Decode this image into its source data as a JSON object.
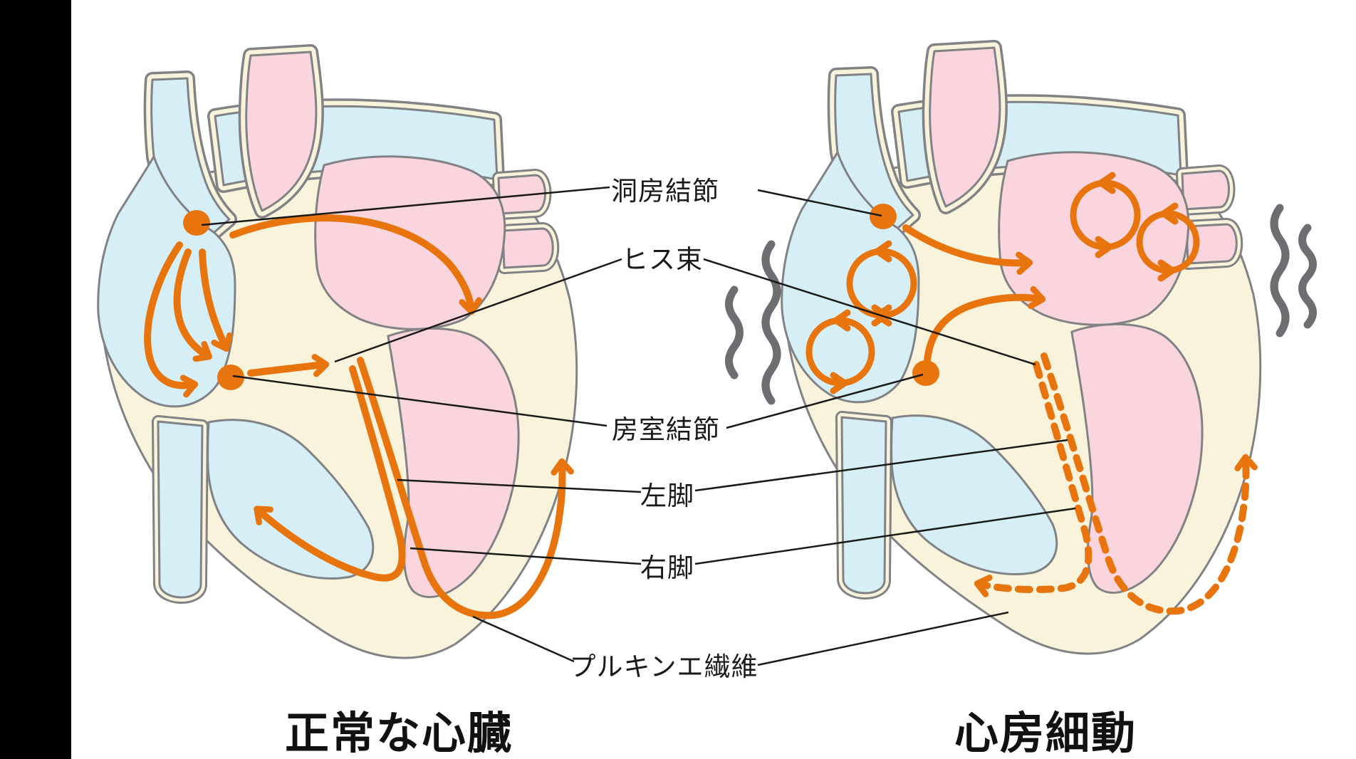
{
  "diagram": {
    "type": "medical-illustration",
    "subject": "cardiac conduction comparison",
    "left_panel": {
      "title": "正常な心臓",
      "meaning": "normal heart",
      "conduction": "solid orange pathway"
    },
    "right_panel": {
      "title": "心房細動",
      "meaning": "atrial fibrillation",
      "conduction": "re-entry circles and dashed pathway with tremor marks"
    }
  },
  "labels": {
    "sa_node": "洞房結節",
    "his_bundle": "ヒス束",
    "av_node": "房室結節",
    "left_bundle": "左脚",
    "right_bundle": "右脚",
    "purkinje": "プルキンエ繊維"
  },
  "titles": {
    "left": "正常な心臓",
    "right": "心房細動"
  },
  "colors": {
    "accent_orange": "#E8740D",
    "chamber_blue": "#D6EFF7",
    "chamber_pink": "#FBD5DE",
    "wall_cream": "#FAF3DC",
    "outline_gray": "#808285",
    "tremor_gray": "#6D6E71",
    "leader_black": "#1A1A1A",
    "side_bar_black": "#000000"
  }
}
